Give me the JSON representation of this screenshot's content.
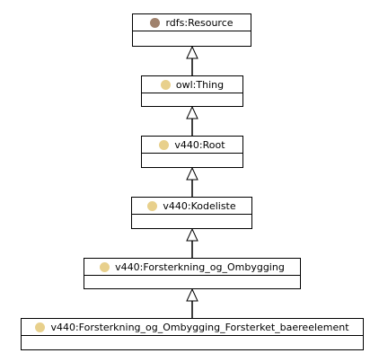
{
  "colors": {
    "resource_dot": "#a0826d",
    "class_dot": "#e8d08c",
    "border": "#000000",
    "background": "#ffffff"
  },
  "diagram": {
    "classes": [
      {
        "label": "rdfs:Resource",
        "dot": "resource_dot"
      },
      {
        "label": "owl:Thing",
        "dot": "class_dot"
      },
      {
        "label": "v440:Root",
        "dot": "class_dot"
      },
      {
        "label": "v440:Kodeliste",
        "dot": "class_dot"
      },
      {
        "label": "v440:Forsterkning_og_Ombygging",
        "dot": "class_dot"
      },
      {
        "label": "v440:Forsterkning_og_Ombygging_Forsterket_baereelement",
        "dot": "class_dot"
      }
    ],
    "edges": [
      {
        "from": 1,
        "to": 0
      },
      {
        "from": 2,
        "to": 1
      },
      {
        "from": 3,
        "to": 2
      },
      {
        "from": 4,
        "to": 3
      },
      {
        "from": 5,
        "to": 4
      }
    ]
  }
}
